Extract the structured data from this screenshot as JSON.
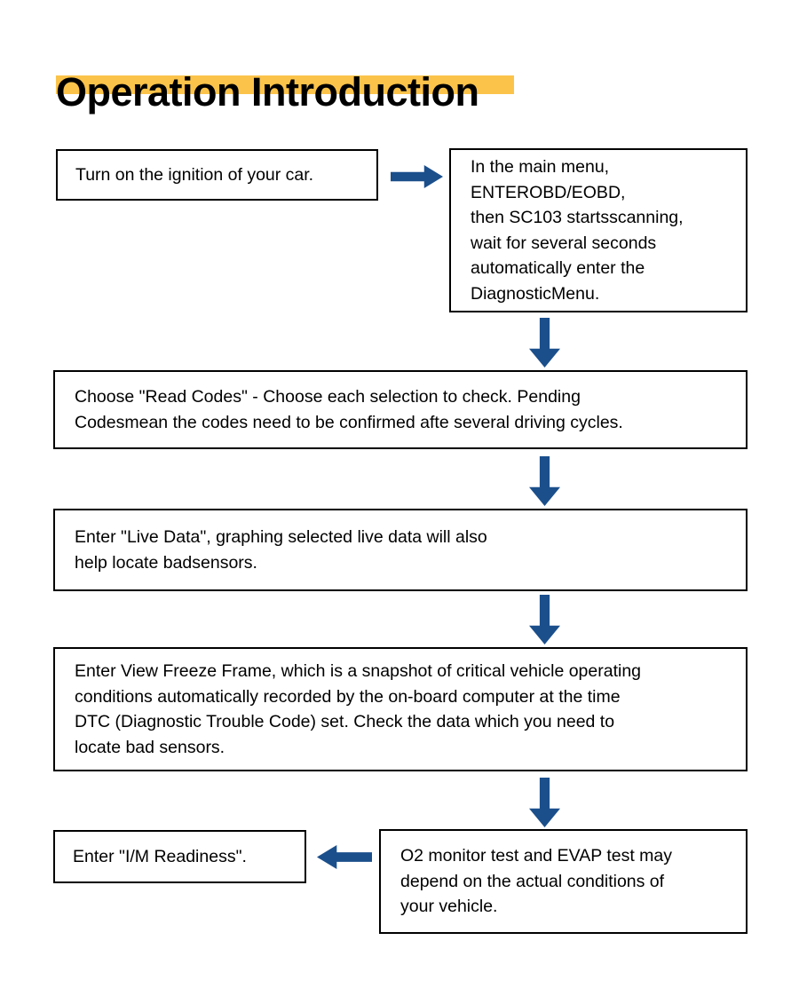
{
  "document": {
    "title": "Operation Introduction",
    "highlight_color": "#FBC34A",
    "arrow_color": "#1B4F8C",
    "border_color": "#000000",
    "background_color": "#FFFFFF"
  },
  "flowchart": {
    "type": "flowchart",
    "boxes": [
      {
        "id": "ignition",
        "name": "turn-on-ignition",
        "text": "Turn on the ignition of your car."
      },
      {
        "id": "main-menu",
        "name": "enter-obd-eobd",
        "text": "In the main menu,\nENTEROBD/EOBD,\nthen SC103 startsscanning,\nwait for several seconds\nautomatically enter the\nDiagnosticMenu."
      },
      {
        "id": "read-codes",
        "name": "read-codes",
        "text": "Choose \"Read Codes\" - Choose each selection to check. Pending\nCodesmean the codes need to be confirmed afte  several driving cycles."
      },
      {
        "id": "live-data",
        "name": "live-data",
        "text": "Enter \"Live Data\", graphing selected live data will also\nhelp locate badsensors."
      },
      {
        "id": "freeze-frame",
        "name": "view-freeze-frame",
        "text": "Enter View Freeze Frame, which is a snapshot of critical vehicle operating\nconditions automatically recorded by the on-board computer at the time\nDTC (Diagnostic Trouble Code) set. Check the data which you need to\nlocate bad sensors."
      },
      {
        "id": "o2-monitor",
        "name": "o2-monitor-test",
        "text": "O2 monitor test and EVAP test may\ndepend on the actual conditions of\nyour vehicle."
      },
      {
        "id": "im-readiness",
        "name": "im-readiness",
        "text": "Enter \"I/M Readiness\"."
      }
    ],
    "arrows": [
      {
        "id": "ignition-to-menu",
        "direction": "right",
        "from": "ignition",
        "to": "main-menu"
      },
      {
        "id": "menu-to-read",
        "direction": "down",
        "from": "main-menu",
        "to": "read-codes"
      },
      {
        "id": "read-to-live",
        "direction": "down",
        "from": "read-codes",
        "to": "live-data"
      },
      {
        "id": "live-to-freeze",
        "direction": "down",
        "from": "live-data",
        "to": "freeze-frame"
      },
      {
        "id": "freeze-to-o2",
        "direction": "down",
        "from": "freeze-frame",
        "to": "o2-monitor"
      },
      {
        "id": "o2-to-im",
        "direction": "left",
        "from": "o2-monitor",
        "to": "im-readiness"
      }
    ]
  }
}
